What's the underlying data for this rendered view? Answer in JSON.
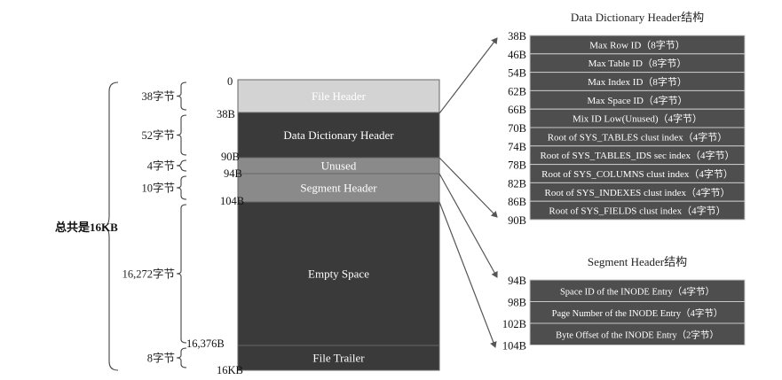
{
  "colors": {
    "page_light": "#d3d3d3",
    "page_mid": "#8a8a8a",
    "page_dark": "#3a3a3a",
    "cell_bg": "#4e4e4e",
    "cell_border": "#c8c8c8",
    "text_dark": "#111111"
  },
  "total_label": "总共是16KB",
  "page": {
    "start_offset": "0",
    "sections": [
      {
        "label": "File Header",
        "size_label": "38字节",
        "end_offset": "38B"
      },
      {
        "label": "Data Dictionary Header",
        "size_label": "52字节",
        "end_offset": "90B"
      },
      {
        "label": "Unused",
        "size_label": "4字节",
        "end_offset": "94B"
      },
      {
        "label": "Segment Header",
        "size_label": "10字节",
        "end_offset": "104B"
      },
      {
        "label": "Empty Space",
        "size_label": "16,272字节",
        "end_offset": "16,376B"
      },
      {
        "label": "File Trailer",
        "size_label": "8字节",
        "end_offset": "16KB"
      }
    ]
  },
  "ddh": {
    "title": "Data Dictionary Header结构",
    "offsets": [
      "38B",
      "46B",
      "54B",
      "62B",
      "66B",
      "70B",
      "74B",
      "78B",
      "82B",
      "86B",
      "90B"
    ],
    "fields": [
      "Max Row ID（8字节）",
      "Max Table ID（8字节）",
      "Max Index ID（8字节）",
      "Max Space ID（4字节）",
      "Mix ID Low(Unused)（4字节）",
      "Root of SYS_TABLES clust index（4字节）",
      "Root of SYS_TABLES_IDS sec index（4字节）",
      "Root of SYS_COLUMNS clust index（4字节）",
      "Root of SYS_INDEXES clust index（4字节）",
      "Root of SYS_FIELDS clust index（4字节）"
    ]
  },
  "seg": {
    "title": "Segment Header结构",
    "offsets": [
      "94B",
      "98B",
      "102B",
      "104B"
    ],
    "fields": [
      "Space ID of the INODE Entry（4字节）",
      "Page Number of the INODE Entry（4字节）",
      "Byte Offset of the INODE Entry（2字节）"
    ]
  }
}
